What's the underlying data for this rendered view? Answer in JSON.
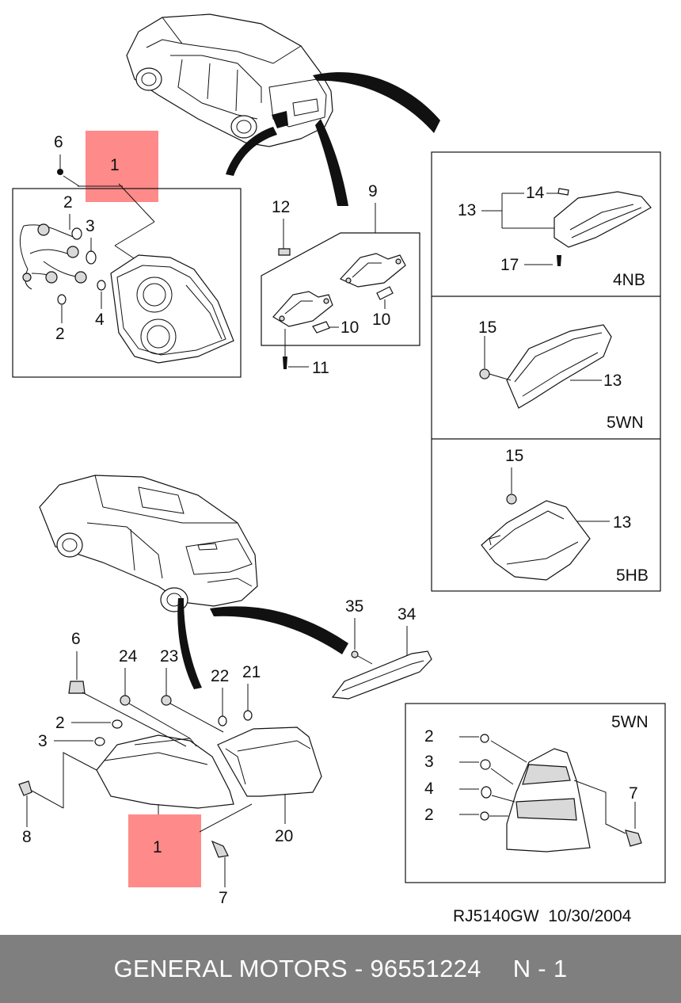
{
  "colors": {
    "highlight": "#ff8a8a",
    "footer_bg": "#7f7f7f",
    "footer_text": "#ffffff",
    "ink": "#111111"
  },
  "highlight_labels": {
    "upper": "1",
    "lower": "1"
  },
  "callouts": {
    "upper_tail": {
      "n6": "6",
      "n2a": "2",
      "n3": "3",
      "n4": "4",
      "n2b": "2"
    },
    "license_lamp": {
      "n12": "12",
      "n9": "9",
      "n10a": "10",
      "n10b": "10",
      "n11": "11"
    },
    "lower_tail": {
      "n6": "6",
      "n24": "24",
      "n23": "23",
      "n22": "22",
      "n21": "21",
      "n2": "2",
      "n3": "3",
      "n8": "8",
      "n7": "7",
      "n20": "20"
    },
    "reflector": {
      "n35": "35",
      "n34": "34"
    }
  },
  "panels": {
    "p4nb": {
      "tag": "4NB",
      "n13": "13",
      "n14": "14",
      "n17": "17"
    },
    "p5wn": {
      "tag": "5WN",
      "n15": "15",
      "n13": "13"
    },
    "p5hb": {
      "tag": "5HB",
      "n15": "15",
      "n13": "13"
    },
    "p5wn_tail": {
      "tag": "5WN",
      "n2a": "2",
      "n3": "3",
      "n4": "4",
      "n2b": "2",
      "n7": "7"
    }
  },
  "drawing_ref": "RJ5140GW  10/30/2004",
  "footer": {
    "brand": "GENERAL MOTORS - 96551224",
    "page": "N - 1"
  }
}
